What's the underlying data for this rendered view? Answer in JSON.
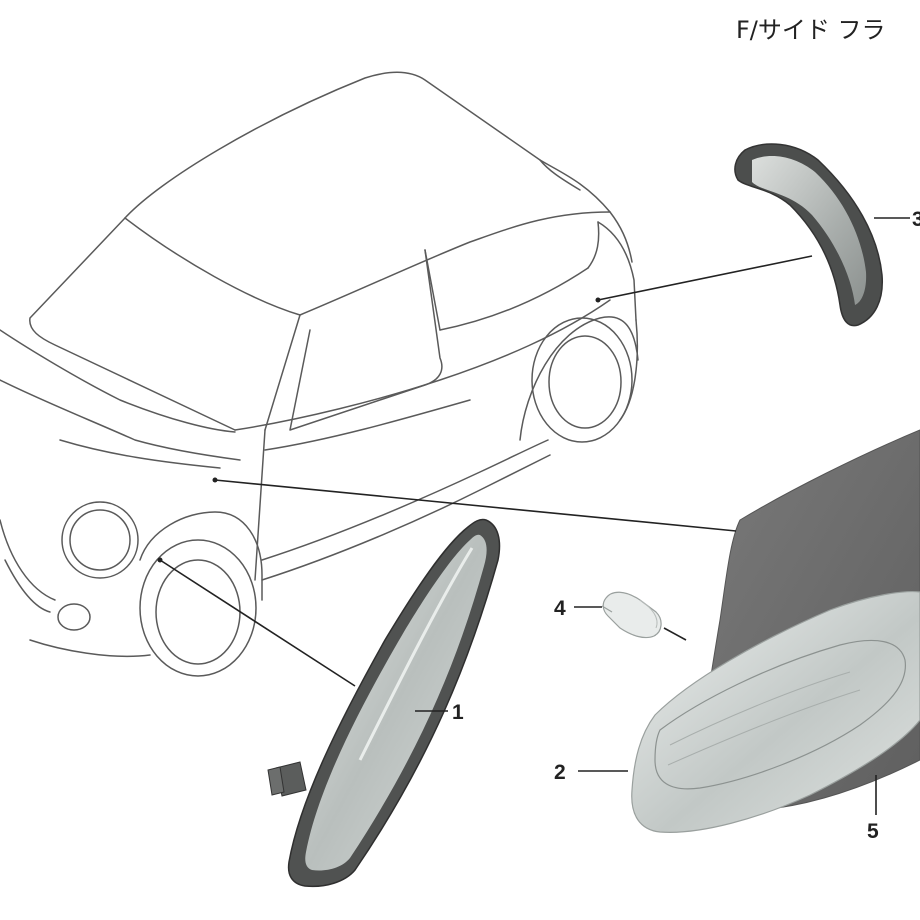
{
  "title": "F/サイド フラ",
  "callouts": [
    {
      "id": "1",
      "label": "1"
    },
    {
      "id": "2",
      "label": "2"
    },
    {
      "id": "3",
      "label": "3"
    },
    {
      "id": "4",
      "label": "4"
    },
    {
      "id": "5",
      "label": "5"
    }
  ],
  "colors": {
    "line": "#5a5a5a",
    "part_dark": "#5c5c5c",
    "part_light": "#c9cecc",
    "panel": "#6d6d6d"
  }
}
